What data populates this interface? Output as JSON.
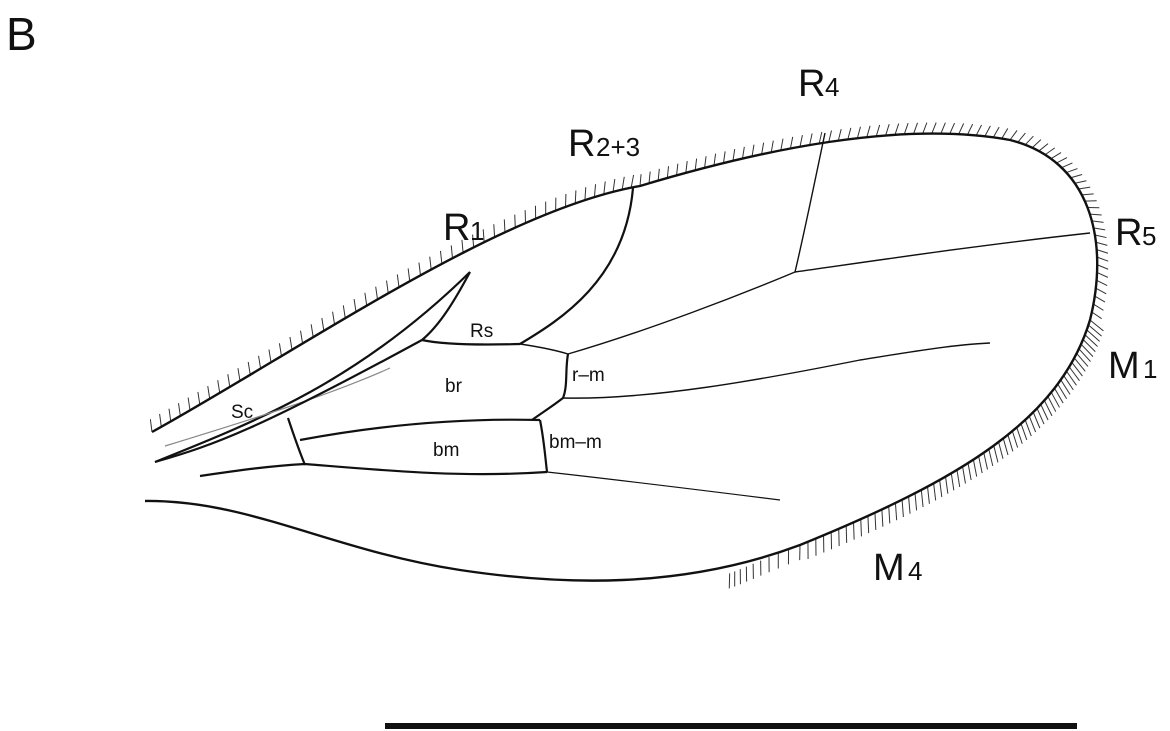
{
  "panel_label": "B",
  "veins": {
    "R1": {
      "main": "R",
      "sub": "1"
    },
    "R23": {
      "main": "R",
      "sub": "2+3"
    },
    "R4": {
      "main": "R",
      "sub": "4"
    },
    "R5": {
      "main": "R",
      "sub": "5"
    },
    "M1": {
      "main": "M",
      "sub": "1"
    },
    "M4": {
      "main": "M",
      "sub": "4"
    }
  },
  "cells": {
    "rs": "Rs",
    "br": "br",
    "rm": "r–m",
    "bm": "bm",
    "bmm": "bm–m",
    "sc": "Sc"
  },
  "colors": {
    "line": "#111111",
    "faint": "#888888",
    "background": "#ffffff"
  }
}
